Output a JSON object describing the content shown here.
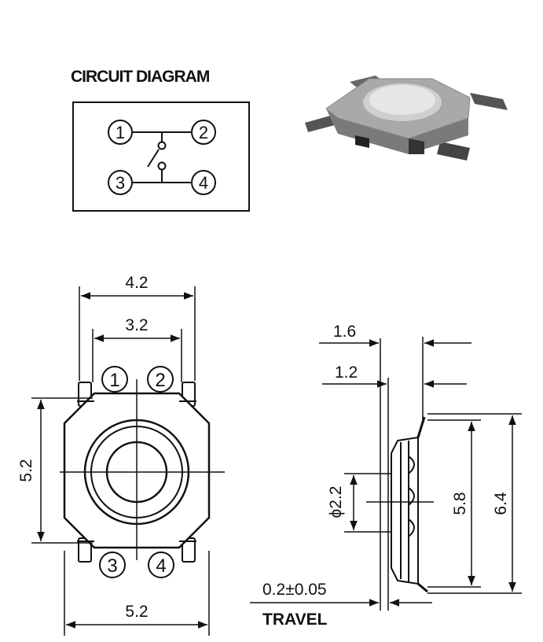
{
  "circuit": {
    "title": "CIRCUIT DIAGRAM",
    "pins": [
      "1",
      "2",
      "3",
      "4"
    ]
  },
  "front_view": {
    "pins": [
      "1",
      "2",
      "3",
      "4"
    ],
    "dim_top_outer": "4.2",
    "dim_top_inner": "3.2",
    "dim_height": "5.2",
    "dim_width": "5.2"
  },
  "side_view": {
    "dim_1_6": "1.6",
    "dim_1_2": "1.2",
    "dim_phi": "ϕ2.2",
    "dim_5_8": "5.8",
    "dim_6_4": "6.4",
    "travel_value": "0.2±0.05",
    "travel_label": "TRAVEL"
  },
  "colors": {
    "ink": "#111111",
    "body_gray": "#a9a9a9",
    "cap_light": "#e6e6e6"
  }
}
